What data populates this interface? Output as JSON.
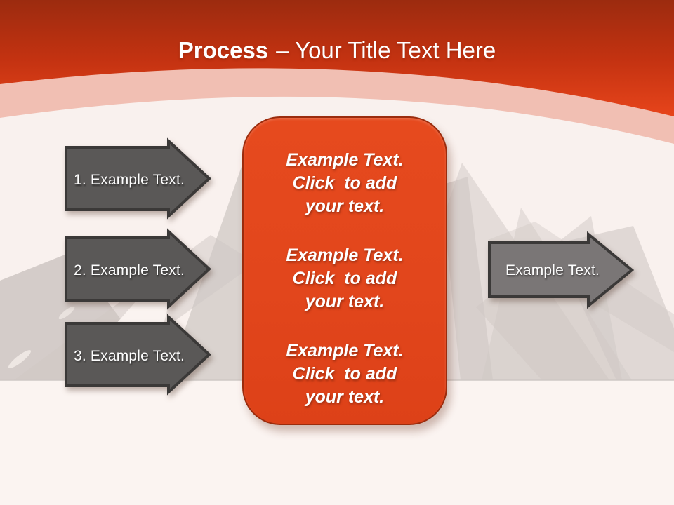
{
  "slide": {
    "title": {
      "bold": "Process",
      "rest": "– Your Title Text Here"
    },
    "left_arrows": [
      {
        "label": "1. Example Text."
      },
      {
        "label": "2. Example Text."
      },
      {
        "label": "3. Example Text."
      }
    ],
    "right_arrow": {
      "label": "Example Text."
    },
    "center_box": {
      "paragraphs": [
        {
          "lines": [
            "Example Text.",
            "Click  to add",
            "your text."
          ]
        },
        {
          "lines": [
            "Example Text.",
            "Click  to add",
            "your text."
          ]
        },
        {
          "lines": [
            "Example Text.",
            "Click  to add",
            "your text."
          ]
        }
      ]
    },
    "colors": {
      "header_red_top": "#9c2b0f",
      "header_red_bottom": "#e8451b",
      "swoosh_pink": "#f1bfb3",
      "background": "#f9f1ee",
      "box_fill": "#e2461c",
      "box_border": "#9b2c0d",
      "arrow_dark_gray": "#5a5857",
      "arrow_light_gray": "#7a7676",
      "arrow_outline": "#3b3938",
      "domino_gray": "#cfc8c4",
      "floor_line": "#d9d3d0",
      "text_white": "#ffffff"
    }
  }
}
